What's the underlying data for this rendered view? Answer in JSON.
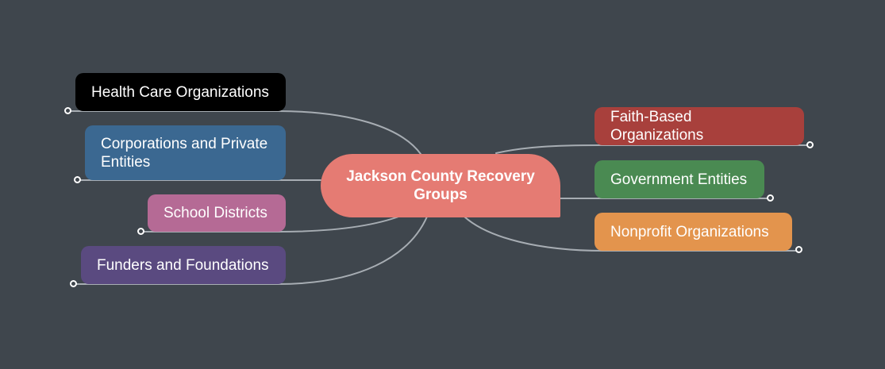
{
  "central": {
    "label": "Jackson County Recovery Groups",
    "color": "#e57b73"
  },
  "left_topics": [
    {
      "label": "Health Care Organizations",
      "color": "#000000"
    },
    {
      "label": "Corporations and Private Entities",
      "color": "#3b6891"
    },
    {
      "label": "School Districts",
      "color": "#b56a95"
    },
    {
      "label": "Funders and Foundations",
      "color": "#5a4a80"
    }
  ],
  "right_topics": [
    {
      "label": "Faith-Based Organizations",
      "color": "#a8403c"
    },
    {
      "label": "Government Entities",
      "color": "#4a8a52"
    },
    {
      "label": "Nonprofit Organizations",
      "color": "#e3944d"
    }
  ],
  "connector_color": "#a7adb3",
  "background_color": "#3f464d"
}
